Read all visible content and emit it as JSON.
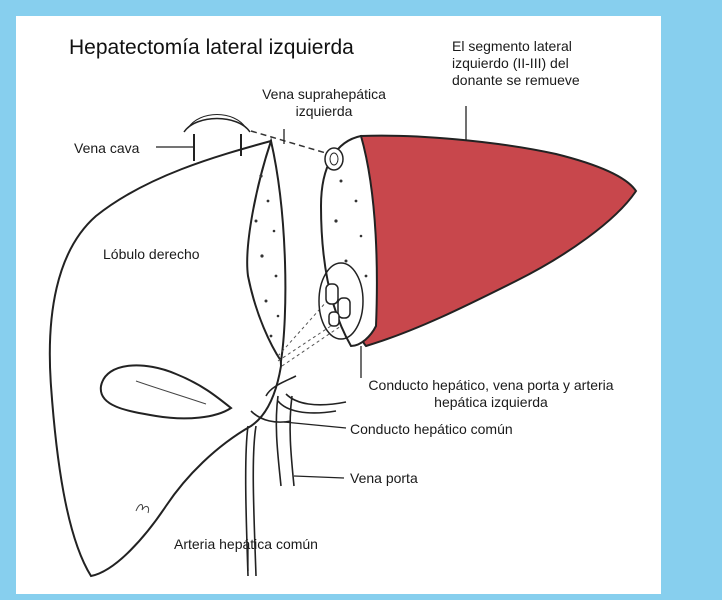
{
  "title": "Hepatectomía lateral izquierda",
  "labels": {
    "segment_note": [
      "El segmento lateral",
      "izquierdo (II-III) del",
      "donante se remueve"
    ],
    "left_hepatic_vein": [
      "Vena suprahepática",
      "izquierda"
    ],
    "vena_cava": "Vena cava",
    "right_lobe": "Lóbulo derecho",
    "left_structures": [
      "Conducto hepático, vena porta y arteria",
      "hepática izquierda"
    ],
    "common_hepatic_duct": "Conducto hepático común",
    "portal_vein": "Vena porta",
    "common_hepatic_artery": "Arteria hepática común",
    "signature": "Fth"
  },
  "colors": {
    "frame": "#87cfee",
    "removed_segment": "#c8474c",
    "outline": "#222222"
  }
}
